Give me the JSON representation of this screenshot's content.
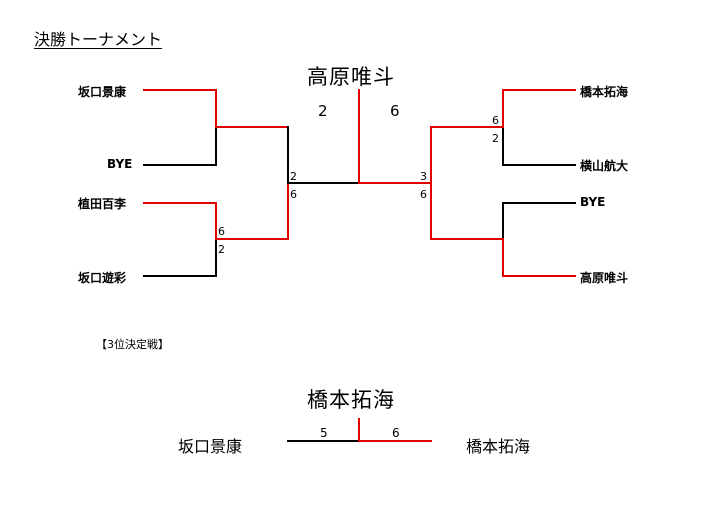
{
  "title": "決勝トーナメント",
  "champion": "高原唯斗",
  "colors": {
    "win": "#e00000",
    "lose": "#000000"
  },
  "left_players": [
    "坂口景康",
    "BYE",
    "植田百李",
    "坂口遊彩"
  ],
  "right_players": [
    "橋本拓海",
    "横山航大",
    "BYE",
    "高原唯斗"
  ],
  "left_semi_scores": [
    "6",
    "2"
  ],
  "left_semifinal_scores": [
    "2",
    "6"
  ],
  "right_semi_scores": [
    "6",
    "2"
  ],
  "right_semifinal_scores": [
    "3",
    "6"
  ],
  "final_scores": [
    "2",
    "6"
  ],
  "third_place": {
    "heading": "【3位決定戦】",
    "winner": "橋本拓海",
    "left_player": "坂口景康",
    "right_player": "橋本拓海",
    "left_score": "5",
    "right_score": "6"
  }
}
